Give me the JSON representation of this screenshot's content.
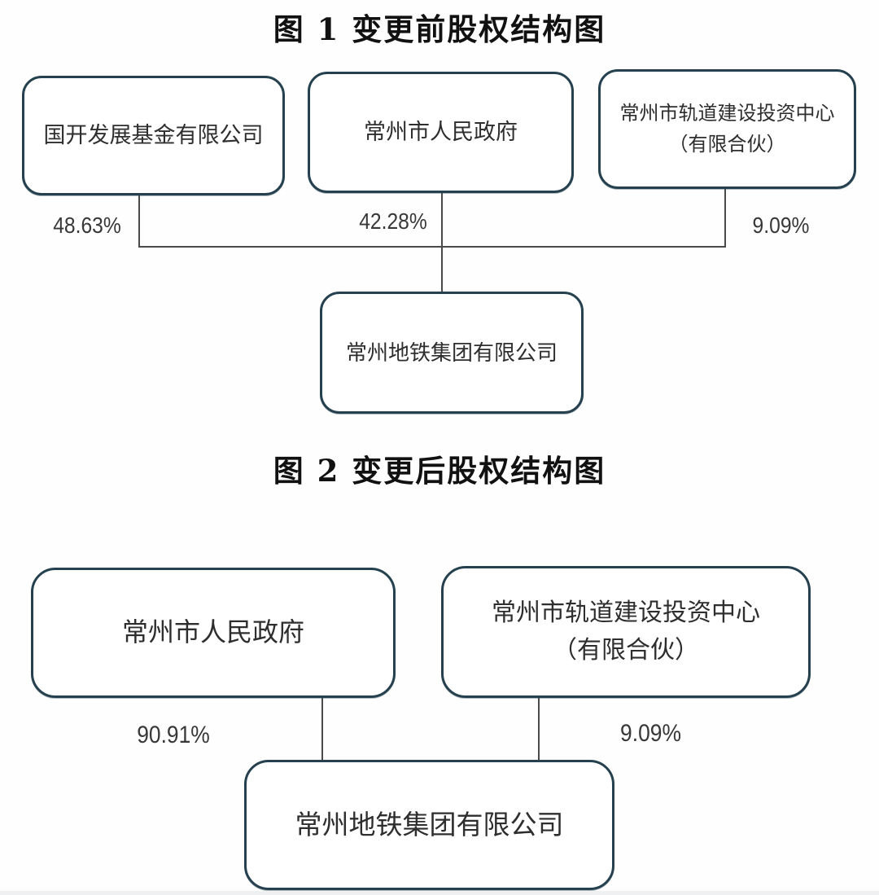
{
  "document": {
    "kind": "equity-structure-diagrams",
    "colors": {
      "box_border": "#25404e",
      "connector_line": "#4a4a4a",
      "title_text": "#111111",
      "body_text": "#2e2e2e",
      "background": "#fefefe"
    }
  },
  "figure1": {
    "title": "图 1 变更前股权结构图",
    "shareholders": [
      {
        "name": "国开发展基金有限公司",
        "ownership": "48.63%"
      },
      {
        "name": "常州市人民政府",
        "ownership": "42.28%"
      },
      {
        "name": "常州市轨道建设投资中心",
        "name_line2": "（有限合伙）",
        "ownership": "9.09%"
      }
    ],
    "subsidiary": "常州地铁集团有限公司"
  },
  "figure2": {
    "title": "图 2 变更后股权结构图",
    "shareholders": [
      {
        "name": "常州市人民政府",
        "ownership": "90.91%"
      },
      {
        "name": "常州市轨道建设投资中心",
        "name_line2": "（有限合伙）",
        "ownership": "9.09%"
      }
    ],
    "subsidiary": "常州地铁集团有限公司"
  }
}
